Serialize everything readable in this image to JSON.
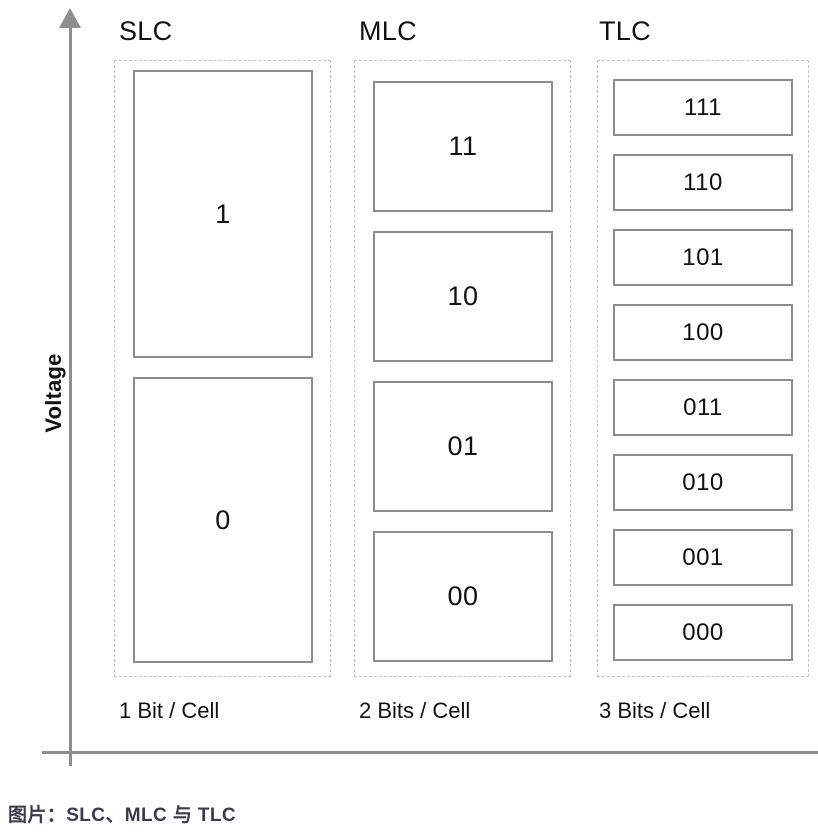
{
  "figure": {
    "caption": "图片：SLC、MLC 与 TLC",
    "y_axis_label": "Voltage"
  },
  "columns": [
    {
      "key": "slc",
      "header": "SLC",
      "bits_label": "1 Bit / Cell",
      "levels": [
        "1",
        "0"
      ]
    },
    {
      "key": "mlc",
      "header": "MLC",
      "bits_label": "2 Bits / Cell",
      "levels": [
        "11",
        "10",
        "01",
        "00"
      ]
    },
    {
      "key": "tlc",
      "header": "TLC",
      "bits_label": "3 Bits / Cell",
      "levels": [
        "111",
        "110",
        "101",
        "100",
        "011",
        "010",
        "001",
        "000"
      ]
    }
  ],
  "colors": {
    "axis": "#8e8e8e",
    "cell_border": "#8c8c8c",
    "group_border": "#c3c3c3",
    "text": "#111111",
    "caption": "#3b3b50",
    "background": "#ffffff"
  }
}
